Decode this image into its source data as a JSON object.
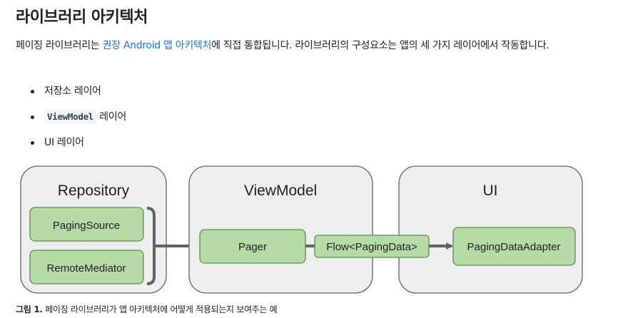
{
  "heading": "라이브러리 아키텍처",
  "intro": {
    "before": "페이징 라이브러리는 ",
    "link": "권장 Android 앱 아키텍처",
    "after": "에 직접 통합됩니다. 라이브러리의 구성요소는 앱의 세 가지 레이어에서 작동합니다."
  },
  "layers": [
    {
      "code": "",
      "text": "저장소 레이어"
    },
    {
      "code": "ViewModel",
      "text": " 레이어"
    },
    {
      "code": "",
      "text": "UI 레이어"
    }
  ],
  "diagram": {
    "groups": {
      "repository": "Repository",
      "viewmodel": "ViewModel",
      "ui": "UI"
    },
    "nodes": {
      "paging_source": "PagingSource",
      "remote_mediator": "RemoteMediator",
      "pager": "Pager",
      "flow": "Flow<PagingData>",
      "adapter": "PagingDataAdapter"
    },
    "colors": {
      "group_fill": "#eeeeee",
      "group_stroke": "#5f6368",
      "node_fill": "#b7dba6",
      "node_stroke": "#5a8f47",
      "arrow": "#5f6368"
    }
  },
  "caption": {
    "label": "그림 1.",
    "text": " 페이징 라이브러리가 앱 아키텍처에 어떻게 적용되는지 보여주는 예"
  }
}
